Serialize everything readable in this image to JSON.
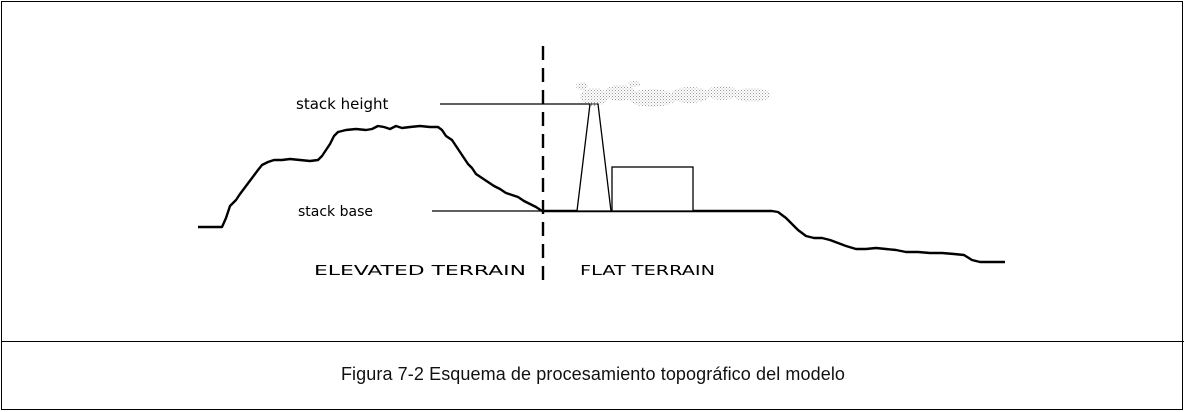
{
  "diagram": {
    "labels": {
      "stack_height": "stack height",
      "stack_base": "stack base",
      "elevated_terrain": "ELEVATED TERRAIN",
      "flat_terrain": "FLAT TERRAIN"
    }
  },
  "caption": {
    "text": "Figura 7-2 Esquema de procesamiento topográfico del modelo"
  }
}
